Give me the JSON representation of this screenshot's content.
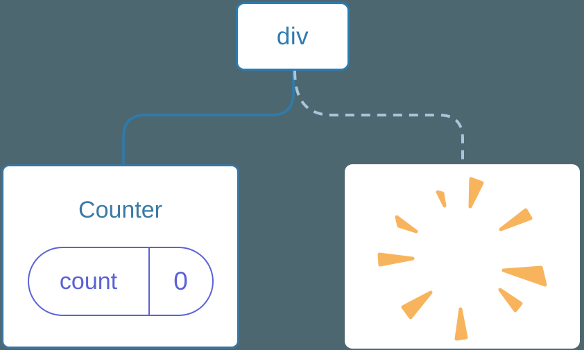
{
  "diagram": {
    "background": "#4d6771",
    "root": {
      "label": "div"
    },
    "edges": [
      {
        "type": "solid",
        "color": "#2e7bad"
      },
      {
        "type": "dashed",
        "color": "#a8c6da"
      }
    ],
    "counter": {
      "title": "Counter",
      "title_color": "#3a7aa6",
      "border_color": "#3b759e",
      "state": {
        "key": "count",
        "value": "0"
      },
      "state_accent": "#5b62d7"
    },
    "removed": {
      "icon": "poof-icon",
      "icon_color": "#f8b45c"
    }
  }
}
